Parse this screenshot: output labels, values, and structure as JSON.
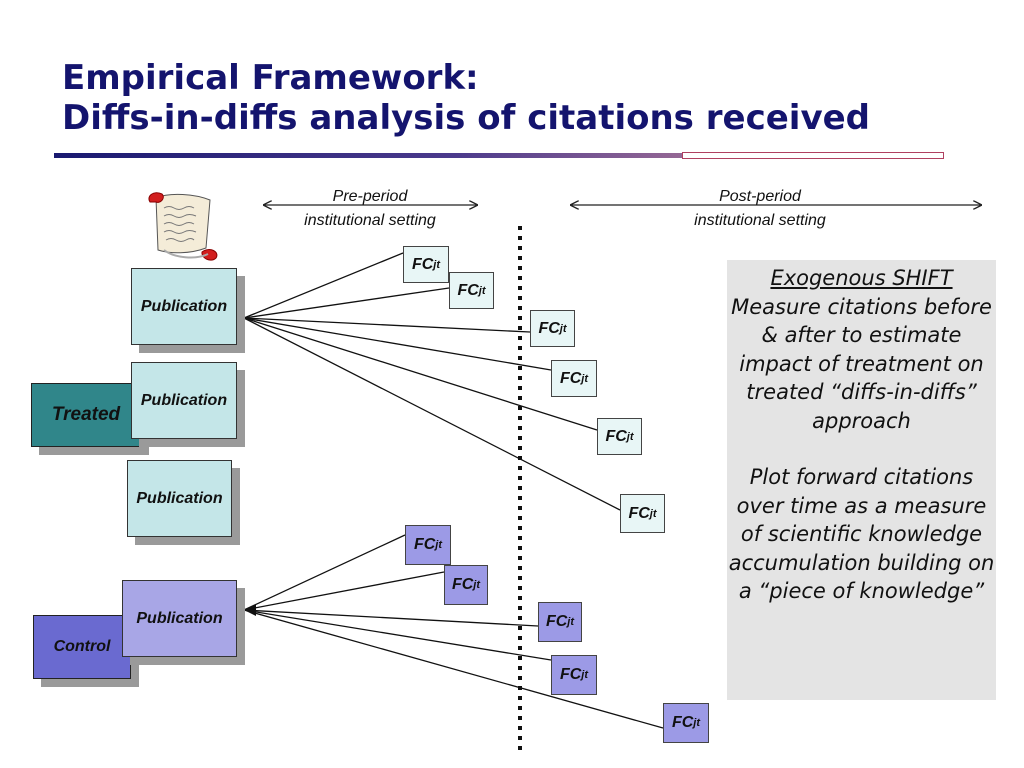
{
  "title": {
    "line1": "Empirical Framework:",
    "line2": "Diffs-in-diffs analysis of citations received"
  },
  "periods": {
    "pre": {
      "line1": "Pre-period",
      "line2": "institutional setting"
    },
    "post": {
      "line1": "Post-period",
      "line2": "institutional setting"
    }
  },
  "groups": {
    "treated": "Treated",
    "control": "Control"
  },
  "publication_label": "Publication",
  "fc_label": {
    "base": "FC",
    "sub": "jt"
  },
  "textbox": {
    "heading": "Exogenous SHIFT",
    "para1": "Measure citations before & after to estimate impact of treatment on treated “diffs-in-diffs” approach",
    "para2": "Plot forward citations over time as a measure of scientific knowledge accumulation building on a “piece of knowledge”"
  },
  "icons": {
    "document": "scroll-icon"
  },
  "colors": {
    "title": "#14146e",
    "treated": "#30868a",
    "publication_teal": "#c4e6e8",
    "control": "#6a6ad0",
    "publication_purple": "#a8a6e6",
    "fc_purple": "#9c9ae6",
    "textbox_bg": "#e4e4e4"
  }
}
